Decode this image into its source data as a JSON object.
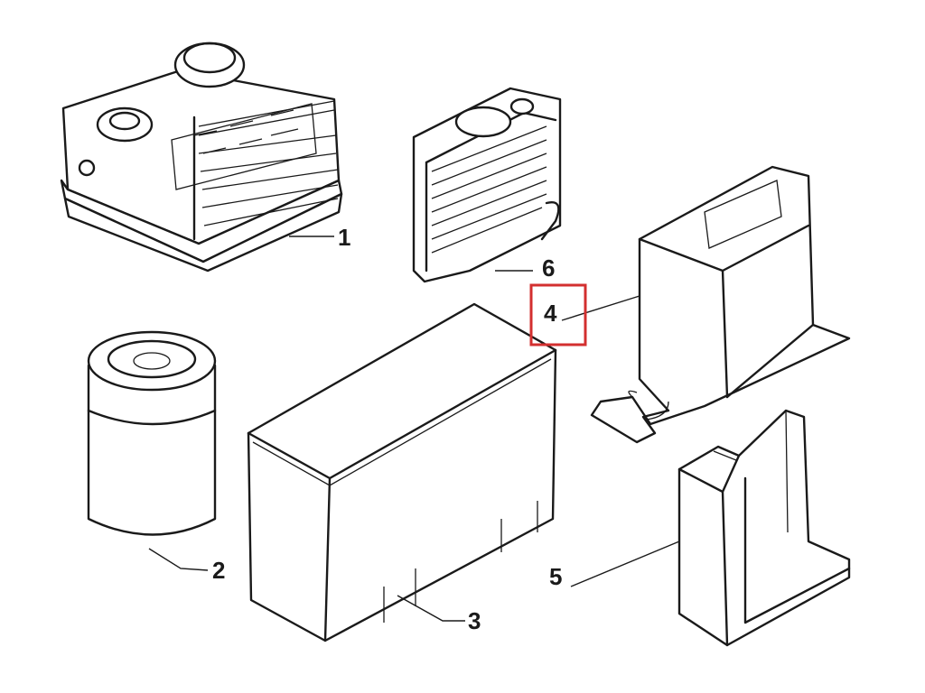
{
  "diagram": {
    "parts": [
      {
        "label": "1",
        "icon": "compressor-icon"
      },
      {
        "label": "2",
        "icon": "sealant-canister-icon"
      },
      {
        "label": "3",
        "icon": "storage-box-icon"
      },
      {
        "label": "4",
        "icon": "bracket-hook-icon"
      },
      {
        "label": "5",
        "icon": "bracket-stand-icon"
      },
      {
        "label": "6",
        "icon": "sealant-cartridge-icon"
      }
    ],
    "highlight": {
      "label": "4",
      "color": "#d32f2f"
    },
    "line_color": "#1a1a1a",
    "background": "#ffffff"
  }
}
